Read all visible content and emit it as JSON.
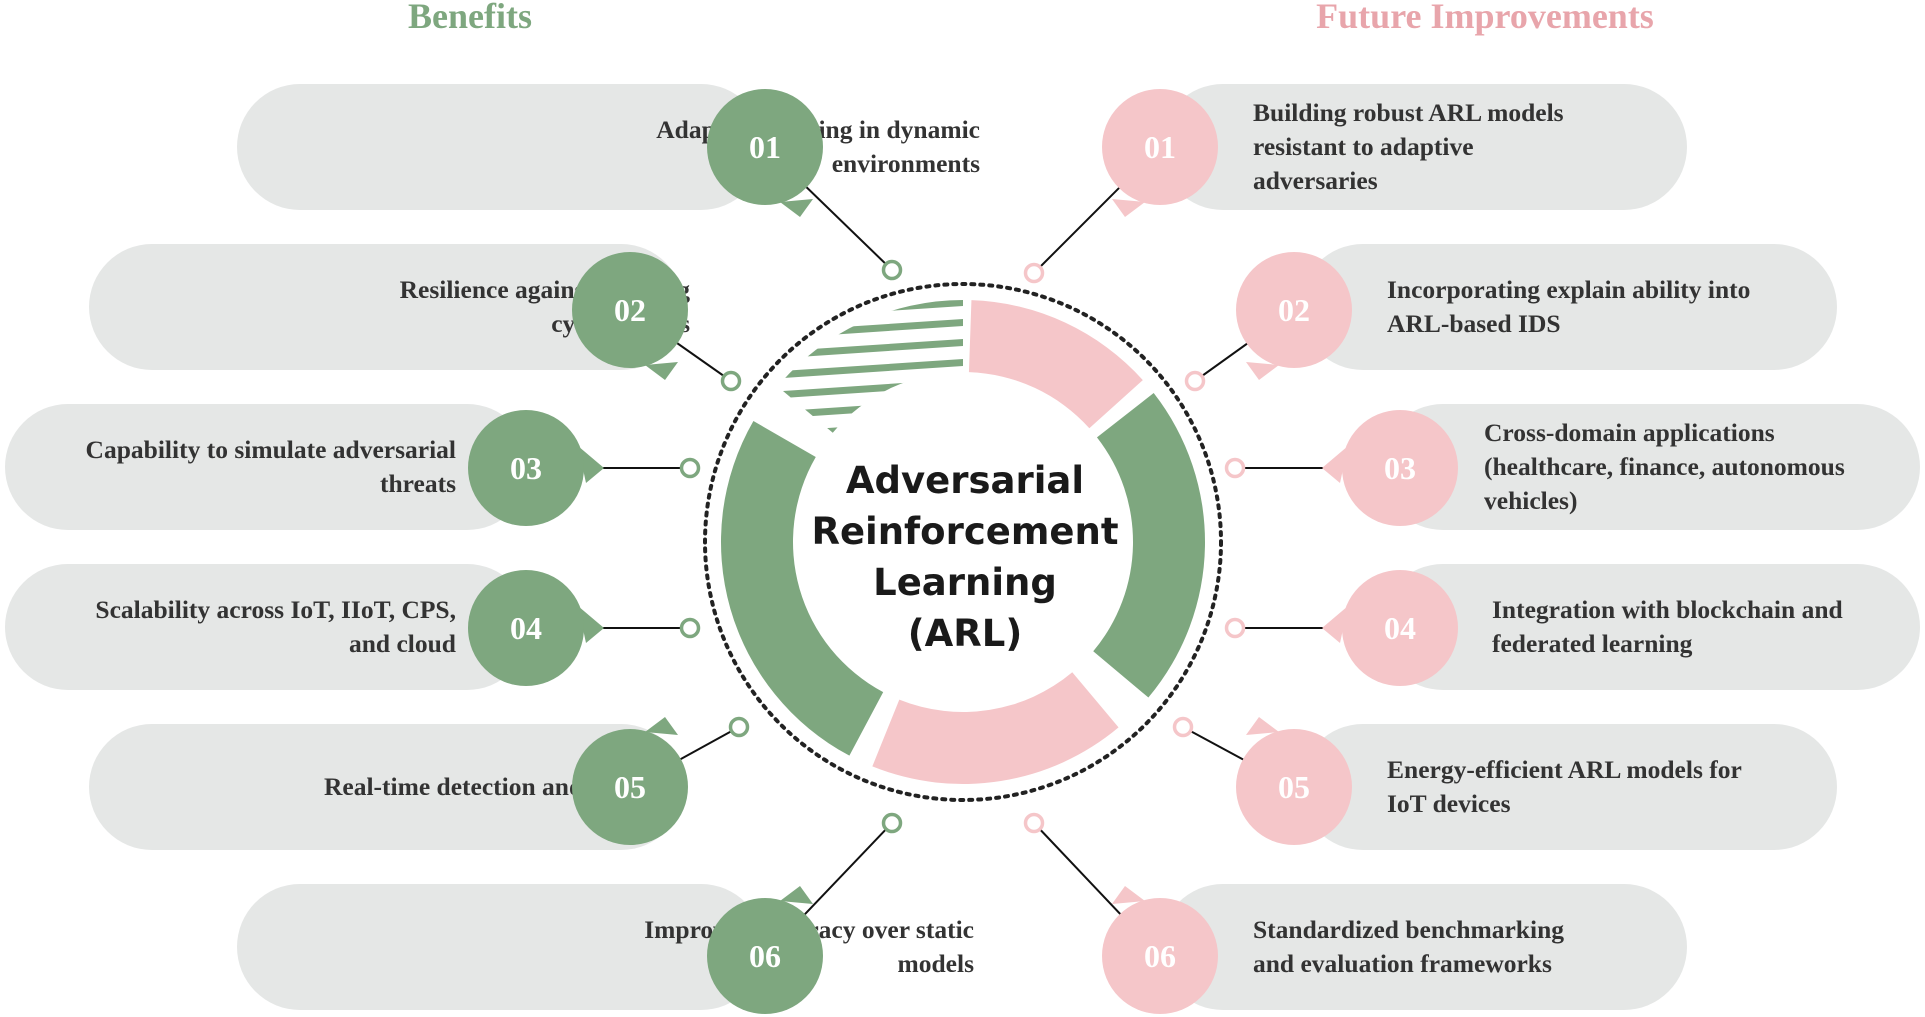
{
  "colors": {
    "benefit": "#7ea77f",
    "future": "#f5c6c9",
    "pill": "#e5e7e6",
    "benefit_heading": "#7ea77f",
    "future_heading": "#e8a5ab"
  },
  "headings": {
    "benefits": "Benefits",
    "future": "Future Improvements"
  },
  "center": {
    "title_lines": [
      "Adversarial",
      "Reinforcement",
      "Learning",
      "(ARL)"
    ]
  },
  "benefits": [
    {
      "num": "01",
      "lines": [
        "Adaptive learning in dynamic",
        "environments"
      ]
    },
    {
      "num": "02",
      "lines": [
        "Resilience against evolving",
        "cyberattacks"
      ]
    },
    {
      "num": "03",
      "lines": [
        "Capability to simulate adversarial",
        "threats"
      ]
    },
    {
      "num": "04",
      "lines": [
        "Scalability across IoT, IIoT, CPS,",
        "and cloud"
      ]
    },
    {
      "num": "05",
      "lines": [
        "Real-time detection and response"
      ]
    },
    {
      "num": "06",
      "lines": [
        "Improved accuracy over static",
        "models"
      ]
    }
  ],
  "future": [
    {
      "num": "01",
      "lines": [
        "Building robust ARL models",
        "resistant to adaptive",
        "adversaries"
      ]
    },
    {
      "num": "02",
      "lines": [
        "Incorporating explain ability into",
        "ARL-based IDS"
      ]
    },
    {
      "num": "03",
      "lines": [
        "Cross-domain applications",
        "(healthcare, finance, autonomous",
        "vehicles)"
      ]
    },
    {
      "num": "04",
      "lines": [
        "Integration with blockchain and",
        "federated learning"
      ]
    },
    {
      "num": "05",
      "lines": [
        "Energy-efficient ARL models for",
        "IoT devices"
      ]
    },
    {
      "num": "06",
      "lines": [
        "Standardized benchmarking",
        "and evaluation frameworks"
      ]
    }
  ]
}
